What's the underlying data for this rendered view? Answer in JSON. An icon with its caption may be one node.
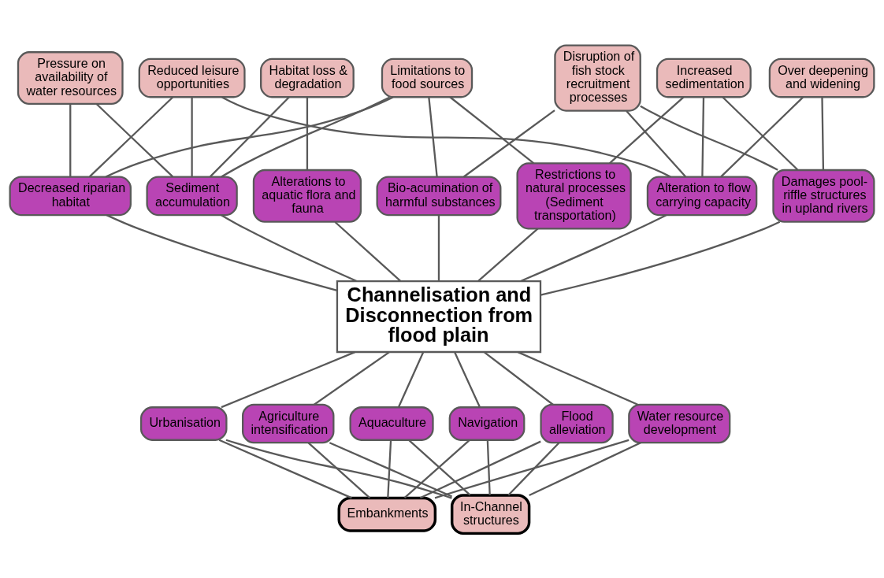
{
  "diagram": {
    "nodes": [
      {
        "text": [
          "Reduced leisure opportunities"
        ]
      },
      {
        "text": [
          "Pressure on availability of water resources"
        ]
      },
      {
        "text": [
          "Habitat loss & degradation"
        ]
      },
      {
        "text": [
          "Limitations to food sources"
        ]
      },
      {
        "text": [
          "Increased sedimentation"
        ]
      },
      {
        "text": [
          "Disruption of fish stock recruitment processes"
        ]
      },
      {
        "text": [
          "Over deepening and widening"
        ]
      },
      {
        "text": [
          "Decreased riparian habitat"
        ]
      },
      {
        "text": [
          "Alterations to aquatic flora and fauna"
        ]
      },
      {
        "text": [
          "Sediment accumulation"
        ]
      },
      {
        "text": [
          "Bio-acumination of harmful substances"
        ]
      },
      {
        "text": [
          "Restrictions to natural processes (Sediment transportation)"
        ]
      },
      {
        "text": [
          "Alteration to flow carrying capacity"
        ]
      },
      {
        "text": [
          "Damages pool-riffle structures in upland rivers"
        ]
      },
      {
        "text": [
          "Channelisation and Disconnection from flood plain"
        ]
      },
      {
        "text": [
          "Urbanisation"
        ]
      },
      {
        "text": [
          "Agriculture intensification"
        ]
      },
      {
        "text": [
          "Aquaculture"
        ]
      },
      {
        "text": [
          "Navigation"
        ]
      },
      {
        "text": [
          "Flood alleviation"
        ]
      },
      {
        "text": [
          "Water resource development"
        ]
      },
      {
        "text": [
          "Embankments"
        ]
      },
      {
        "text": [
          "In-Channel structures"
        ]
      }
    ],
    "edges": [
      {
        "from": 0,
        "to": 7,
        "arrow": "none"
      },
      {
        "from": 0,
        "to": 12,
        "arrow": "none"
      },
      {
        "from": 0,
        "to": 9,
        "arrow": "none"
      },
      {
        "from": 1,
        "to": 7,
        "arrow": "none"
      },
      {
        "from": 1,
        "to": 9,
        "arrow": "none"
      },
      {
        "from": 2,
        "to": 8,
        "arrow": "none"
      },
      {
        "from": 2,
        "to": 9,
        "arrow": "none"
      },
      {
        "from": 3,
        "to": 7,
        "arrow": "none"
      },
      {
        "from": 3,
        "to": 9,
        "arrow": "none"
      },
      {
        "from": 3,
        "to": 10,
        "arrow": "none"
      },
      {
        "from": 3,
        "to": 11,
        "arrow": "none"
      },
      {
        "from": 4,
        "to": 11,
        "arrow": "none"
      },
      {
        "from": 4,
        "to": 12,
        "arrow": "none"
      },
      {
        "from": 4,
        "to": 13,
        "arrow": "none"
      },
      {
        "from": 5,
        "to": 10,
        "arrow": "none"
      },
      {
        "from": 5,
        "to": 12,
        "arrow": "none"
      },
      {
        "from": 5,
        "to": 13,
        "arrow": "none"
      },
      {
        "from": 6,
        "to": 12,
        "arrow": "none"
      },
      {
        "from": 6,
        "to": 13,
        "arrow": "none"
      },
      {
        "from": 7,
        "to": 14,
        "arrow": "none"
      },
      {
        "from": 8,
        "to": 14,
        "arrow": "none"
      },
      {
        "from": 9,
        "to": 14,
        "arrow": "none"
      },
      {
        "from": 10,
        "to": 14,
        "arrow": "none"
      },
      {
        "from": 11,
        "to": 14,
        "arrow": "none"
      },
      {
        "from": 12,
        "to": 14,
        "arrow": "none"
      },
      {
        "from": 13,
        "to": 14,
        "arrow": "none"
      },
      {
        "from": 14,
        "to": 15,
        "arrow": "none"
      },
      {
        "from": 14,
        "to": 16,
        "arrow": "none"
      },
      {
        "from": 14,
        "to": 17,
        "arrow": "none"
      },
      {
        "from": 14,
        "to": 18,
        "arrow": "none"
      },
      {
        "from": 14,
        "to": 19,
        "arrow": "none"
      },
      {
        "from": 14,
        "to": 20,
        "arrow": "none"
      },
      {
        "from": 15,
        "to": 21,
        "arrow": "none"
      },
      {
        "from": 15,
        "to": 22,
        "arrow": "none"
      },
      {
        "from": 16,
        "to": 21,
        "arrow": "none"
      },
      {
        "from": 16,
        "to": 22,
        "arrow": "none"
      },
      {
        "from": 17,
        "to": 21,
        "arrow": "none"
      },
      {
        "from": 17,
        "to": 22,
        "arrow": "none"
      },
      {
        "from": 18,
        "to": 21,
        "arrow": "none"
      },
      {
        "from": 18,
        "to": 22,
        "arrow": "none"
      },
      {
        "from": 19,
        "to": 21,
        "arrow": "none"
      },
      {
        "from": 19,
        "to": 22,
        "arrow": "none"
      },
      {
        "from": 20,
        "to": 21,
        "arrow": "none"
      },
      {
        "from": 20,
        "to": 22,
        "arrow": "none"
      }
    ]
  }
}
